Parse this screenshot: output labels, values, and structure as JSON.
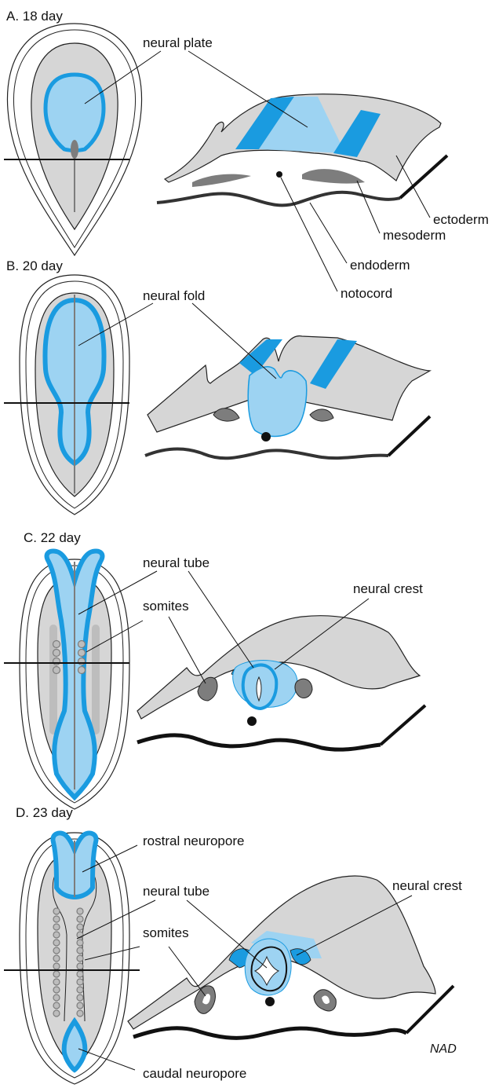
{
  "panels": {
    "a": {
      "title": "A. 18 day",
      "labels": {
        "neural_plate": "neural plate",
        "ectoderm": "ectoderm",
        "mesoderm": "mesoderm",
        "endoderm": "endoderm",
        "notocord": "notocord"
      }
    },
    "b": {
      "title": "B. 20 day",
      "labels": {
        "neural_fold": "neural fold"
      }
    },
    "c": {
      "title": "C. 22 day",
      "labels": {
        "neural_tube": "neural tube",
        "somites": "somites",
        "neural_crest": "neural crest"
      }
    },
    "d": {
      "title": "D. 23 day",
      "labels": {
        "rostral_neuropore": "rostral neuropore",
        "neural_tube": "neural tube",
        "somites": "somites",
        "neural_crest": "neural crest",
        "caudal_neuropore": "caudal neuropore"
      }
    }
  },
  "signature": "NAD",
  "colors": {
    "neural_blue": "#1a9be0",
    "light_blue": "#9dd3f2",
    "tissue_gray": "#d6d6d6",
    "dark_gray": "#7d7d7d",
    "outline": "#222222"
  }
}
